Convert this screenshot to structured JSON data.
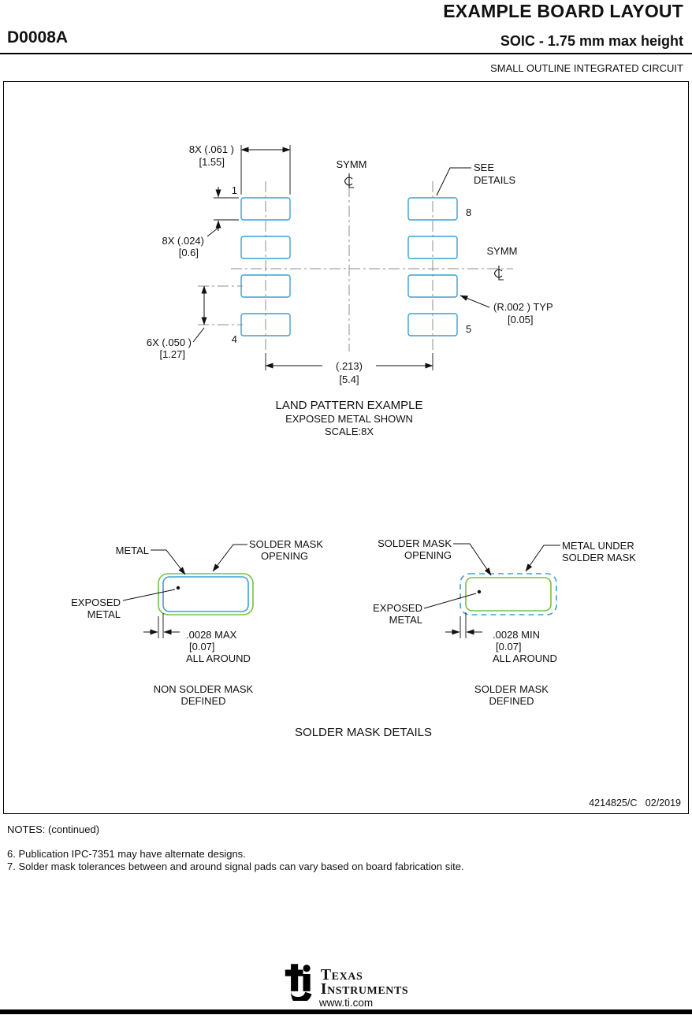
{
  "header": {
    "page_title": "EXAMPLE BOARD LAYOUT",
    "part_number": "D0008A",
    "package_title": "SOIC - 1.75 mm max height",
    "package_subtitle": "SMALL OUTLINE INTEGRATED CIRCUIT"
  },
  "land_pattern": {
    "title": "LAND PATTERN EXAMPLE",
    "subtitle": "EXPOSED METAL SHOWN",
    "scale": "SCALE:8X",
    "pins": {
      "p1": "1",
      "p4": "4",
      "p5": "5",
      "p8": "8"
    },
    "symm_top": "SYMM",
    "symm_right": "SYMM",
    "see_details_line1": "SEE",
    "see_details_line2": "DETAILS",
    "dim_pad_width": "8X (.061 )",
    "dim_pad_width_mm": "[1.55]",
    "dim_pad_height": "8X (.024)",
    "dim_pad_height_mm": "[0.6]",
    "dim_pitch": "6X (.050 )",
    "dim_pitch_mm": "[1.27]",
    "dim_span": "(.213)",
    "dim_span_mm": "[5.4]",
    "radius": "(R.002 ) TYP",
    "radius_mm": "[0.05]"
  },
  "details": {
    "title": "SOLDER MASK DETAILS",
    "nsmd": {
      "metal": "METAL",
      "opening_line1": "SOLDER MASK",
      "opening_line2": "OPENING",
      "exposed_line1": "EXPOSED",
      "exposed_line2": "METAL",
      "dim_line1": ".0028 MAX",
      "dim_line2": "[0.07]",
      "dim_line3": "ALL AROUND",
      "caption_line1": "NON SOLDER MASK",
      "caption_line2": "DEFINED"
    },
    "smd": {
      "opening_line1": "SOLDER MASK",
      "opening_line2": "OPENING",
      "metal_under_line1": "METAL UNDER",
      "metal_under_line2": "SOLDER MASK",
      "exposed_line1": "EXPOSED",
      "exposed_line2": "METAL",
      "dim_line1": ".0028 MIN",
      "dim_line2": "[0.07]",
      "dim_line3": "ALL AROUND",
      "caption_line1": "SOLDER MASK",
      "caption_line2": "DEFINED"
    }
  },
  "footer": {
    "doc_ref": "4214825/C   02/2019",
    "notes_title": "NOTES: (continued)",
    "notes": [
      "6. Publication IPC-7351 may have alternate designs.",
      "7. Solder mask tolerances between and around signal pads can vary based on board fabrication site."
    ],
    "brand_line1": "Texas",
    "brand_line2": "Instruments",
    "website": "www.ti.com"
  },
  "icons": {
    "centerline_symbol": "℄",
    "ti_logo": "ti-monogram"
  },
  "colors": {
    "pad_outline": "#3f9fd0",
    "mask_outline": "#76c043",
    "centerline": "#8c8c8c"
  }
}
